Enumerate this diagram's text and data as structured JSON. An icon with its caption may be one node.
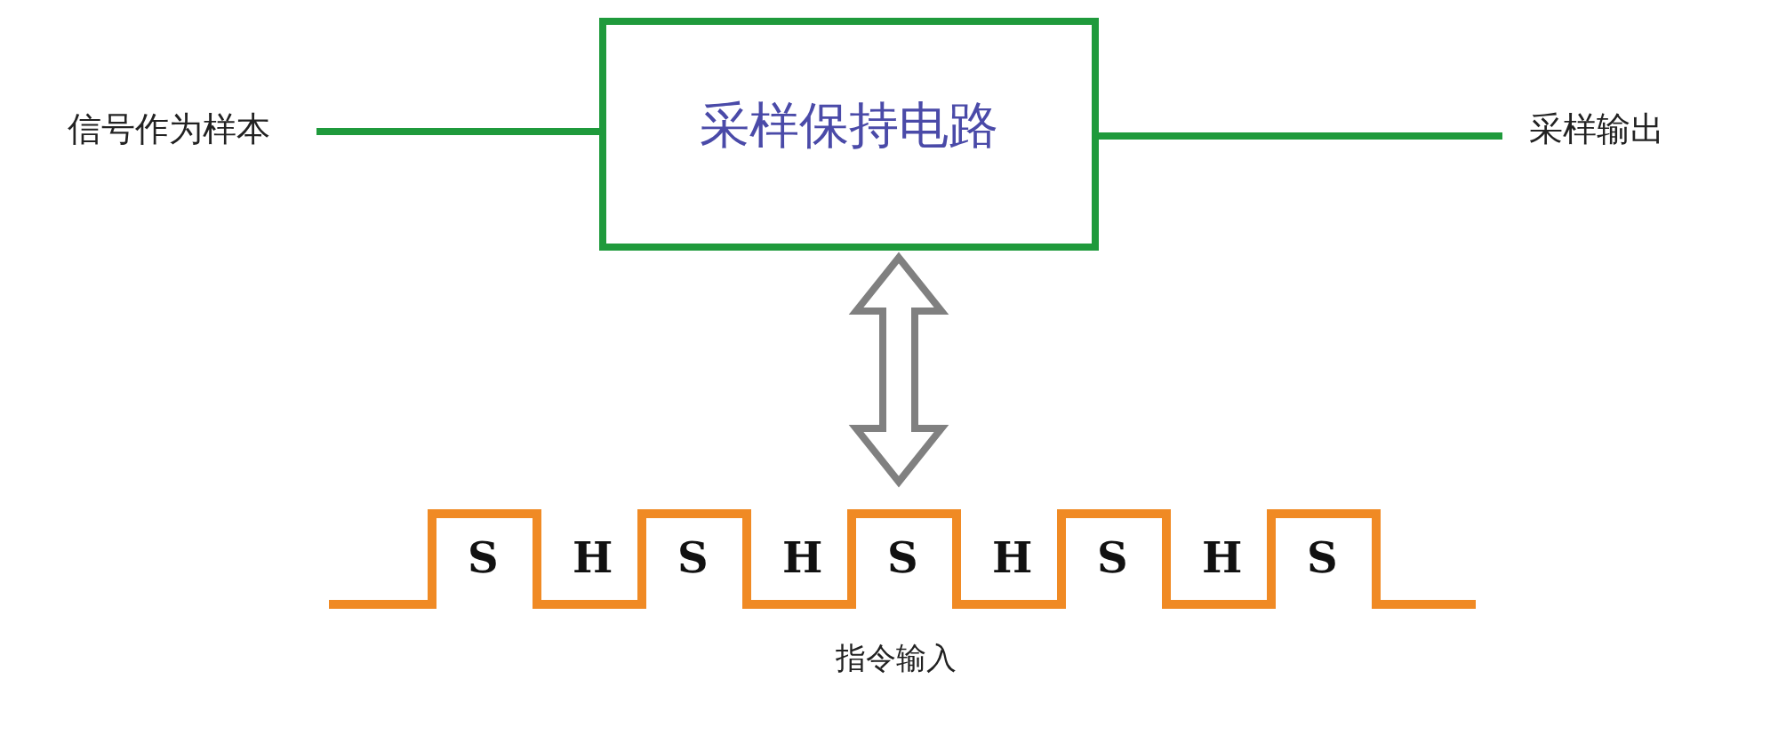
{
  "diagram": {
    "nodes": [
      {
        "text": [
          "信号作为样本"
        ]
      },
      {
        "text": [
          "采样保持电路"
        ]
      },
      {
        "text": [
          "采样输出"
        ]
      },
      {
        "text": [
          "S",
          "H",
          "S",
          "H",
          "S",
          "H",
          "S",
          "H",
          "S"
        ],
        "beside": [
          "指令输入"
        ]
      }
    ],
    "edges": [
      {
        "from": 0,
        "to": 1,
        "arrow": "none"
      },
      {
        "from": 1,
        "to": 2,
        "arrow": "none"
      },
      {
        "from": 1,
        "to": 3,
        "arrow": "both",
        "style": "thick",
        "color": "#808080"
      }
    ]
  }
}
